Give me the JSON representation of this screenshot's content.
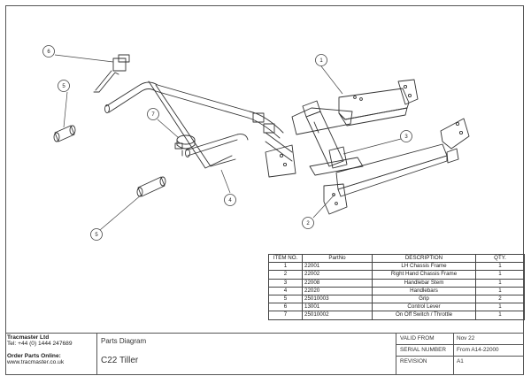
{
  "balloons": [
    "1",
    "2",
    "3",
    "4",
    "5",
    "5",
    "6",
    "7"
  ],
  "bom": {
    "headers": [
      "ITEM NO.",
      "PartNo",
      "DESCRIPTION",
      "QTY."
    ],
    "rows": [
      [
        "1",
        "22001",
        "LH Chassis Frame",
        "1"
      ],
      [
        "2",
        "22002",
        "Right Hand Chassis Frame",
        "1"
      ],
      [
        "3",
        "22008",
        "Handlebar Stem",
        "1"
      ],
      [
        "4",
        "22020",
        "Handlebars",
        "1"
      ],
      [
        "5",
        "25010003",
        "Grip",
        "2"
      ],
      [
        "6",
        "13001",
        "Control Lever",
        "1"
      ],
      [
        "7",
        "25010002",
        "On Off Switch / Throttle",
        "1"
      ]
    ]
  },
  "company": {
    "name": "Tracmaster Ltd",
    "tel": "Tel: +44 (0) 1444 247689",
    "order_title": "Order  Parts Online:",
    "website": "www.tracmaster.co.uk"
  },
  "title_block": {
    "subtitle": "Parts Diagram",
    "title": "C22 Tiller",
    "valid_from_label": "VALID FROM",
    "valid_from": "Nov 22",
    "serial_label": "SERIAL NUMBER",
    "serial": "From A14-22000",
    "revision_label": "REVISION",
    "revision": "A1"
  }
}
